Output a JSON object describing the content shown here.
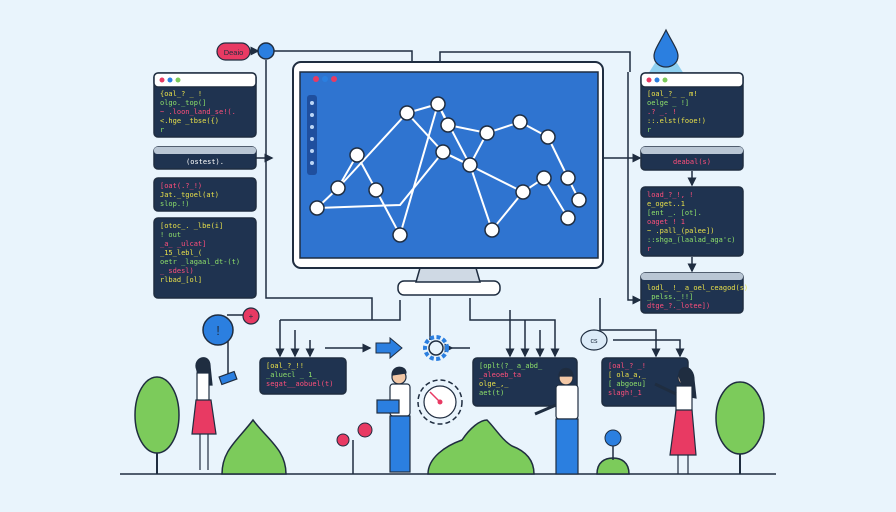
{
  "labels": {
    "tag_pill": "Deaio",
    "alert": "!",
    "plus": "+",
    "cs_bubble": "cs"
  },
  "left_panels": [
    {
      "lines": [
        "{oal_? _ !",
        "  olgo._top(]",
        "  ~ .loon_land_se!(.",
        "  <.hge _tbse({)",
        "r"
      ]
    },
    {
      "lines": [
        "(ostest)."
      ]
    },
    {
      "lines": [
        "[oat(.?_!)",
        "  Jat._tgoel(at)",
        "  slop.!)"
      ]
    },
    {
      "lines": [
        "[otoc_. _lbe(i]",
        "  ! out",
        "  _a_ _ulcat]",
        "  _15_lebl_(",
        "  oetr _lagaal_dt-(t)",
        "  _ sdesl)",
        "  rlbad_[ol]"
      ]
    }
  ],
  "right_panels": [
    {
      "lines": [
        "[oal_?_ _ m!",
        "  oelge _ !]",
        "  .? _. !",
        "  ::.elst(fooe!)",
        "r"
      ]
    },
    {
      "lines": [
        "deabal(s)"
      ]
    },
    {
      "lines": [
        "load_?_!, !",
        "  e_oget..1",
        "[ent _. [ot].",
        "  oaget !  1",
        "  ~ .pall_(palee])",
        "  ::shga_(laalad_aga'c)",
        "r"
      ]
    },
    {
      "lines": [
        "lodl_ !_ a_oel_ceagod(s)",
        "  _pelss._!!]",
        "  dtge_?._lotee])"
      ]
    }
  ],
  "bottom_panels": [
    {
      "lines": [
        "[oal_?_!!",
        "  _aluecl _ 1_",
        "  segat__aobuel(t)"
      ]
    },
    {
      "lines": [
        "[oplt(?_ a_abd_",
        "  _aleoeb_ta",
        "  olge_,_",
        "  aet(t)"
      ]
    },
    {
      "lines": [
        "[oal_? _!",
        "  [ ola_a,_",
        "  [ abgoeu]",
        "  slagh!_1"
      ]
    }
  ],
  "colors": {
    "background": "#e9f4fc",
    "screen": "#2f74d0",
    "panel": "#1f3350",
    "accent_red": "#e83a63",
    "accent_blue": "#2b7fe0",
    "leaf": "#7ccb5b"
  }
}
